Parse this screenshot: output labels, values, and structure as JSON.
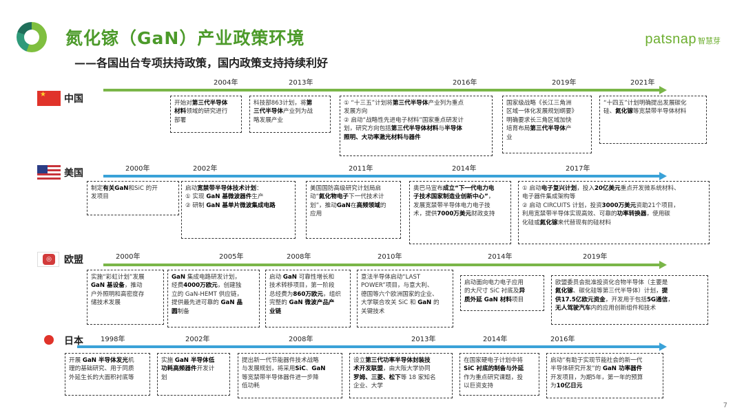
{
  "header": {
    "title": "氮化镓（GaN）产业政策环境",
    "subtitle": "——各国出台专项扶持政策，国内政策支持持续利好",
    "brand_en": "patsnap",
    "brand_cn": "智慧芽"
  },
  "colors": {
    "title": "#4c9a2a",
    "arrow_green": "#7ab648",
    "arrow_blue": "#3aa2d8"
  },
  "page_number": "7",
  "rows": [
    {
      "country": "中国",
      "flag": "china-flag-icon",
      "years": [
        "2004年",
        "2013年",
        "2016年",
        "2019年",
        "2021年"
      ],
      "boxes": [
        {
          "lines": [
            [
              {
                "t": "开始对"
              },
              {
                "t": "第三代半导体",
                "b": true
              }
            ],
            [
              {
                "t": "材料",
                "b": true
              },
              {
                "t": "领域的研究进行"
              }
            ],
            [
              {
                "t": "部署"
              }
            ]
          ]
        },
        {
          "lines": [
            [
              {
                "t": "科技部863计划，将"
              },
              {
                "t": "第",
                "b": true
              }
            ],
            [
              {
                "t": "三代半导体",
                "b": true
              },
              {
                "t": "产业列为战"
              }
            ],
            [
              {
                "t": "略发展产业"
              }
            ]
          ]
        },
        {
          "lines": [
            [
              {
                "t": "① “十三五”计划将"
              },
              {
                "t": "第三代半导体",
                "b": true
              },
              {
                "t": "产业列为重点"
              }
            ],
            [
              {
                "t": "发展方向"
              }
            ],
            [
              {
                "t": "② 启动“战略性先进电子材料”国家重点研发计"
              }
            ],
            [
              {
                "t": "划，研究方向包括"
              },
              {
                "t": "第三代半导体材料",
                "b": true
              },
              {
                "t": "与"
              },
              {
                "t": "半导体",
                "b": true
              }
            ],
            [
              {
                "t": "照明、大功率激光材料与器件",
                "b": true
              }
            ]
          ]
        },
        {
          "lines": [
            [
              {
                "t": "国家级战略《长江三角洲"
              }
            ],
            [
              {
                "t": "区域一体化发展规划纲要》"
              }
            ],
            [
              {
                "t": "明确要求长三角区域加快"
              }
            ],
            [
              {
                "t": "培育布局"
              },
              {
                "t": "第三代半导体",
                "b": true
              },
              {
                "t": "产"
              }
            ],
            [
              {
                "t": "业"
              }
            ]
          ]
        },
        {
          "lines": [
            [
              {
                "t": "“十四五”计划明确提出发展碳化"
              }
            ],
            [
              {
                "t": "硅、"
              },
              {
                "t": "氮化镓",
                "b": true
              },
              {
                "t": "等宽禁带半导体材料"
              }
            ]
          ]
        }
      ]
    },
    {
      "country": "美国",
      "flag": "usa-flag-icon",
      "years": [
        "2000年",
        "2002年",
        "2011年",
        "2014年",
        "2017年"
      ],
      "boxes": [
        {
          "lines": [
            [
              {
                "t": "制定"
              },
              {
                "t": "有关GaN",
                "b": true
              },
              {
                "t": "和SiC 的开"
              }
            ],
            [
              {
                "t": "发项目"
              }
            ]
          ]
        },
        {
          "lines": [
            [
              {
                "t": "启动"
              },
              {
                "t": "宽禁带半导体技术计划",
                "b": true
              },
              {
                "t": "："
              }
            ],
            [
              {
                "t": "① 实现 "
              },
              {
                "t": "GaN 基微波器件",
                "b": true
              },
              {
                "t": "生产"
              }
            ],
            [
              {
                "t": "② 研制 "
              },
              {
                "t": "GaN 基单片微波集成电路",
                "b": true
              }
            ]
          ]
        },
        {
          "lines": [
            [
              {
                "t": "美国国防高级研究计划局启"
              }
            ],
            [
              {
                "t": "动“"
              },
              {
                "t": "氮化物电子",
                "b": true
              },
              {
                "t": "下一代技术计"
              }
            ],
            [
              {
                "t": "划”，推动"
              },
              {
                "t": "GaN",
                "b": true
              },
              {
                "t": "在"
              },
              {
                "t": "高频领域",
                "b": true
              },
              {
                "t": "的"
              }
            ],
            [
              {
                "t": "应用"
              }
            ]
          ]
        },
        {
          "lines": [
            [
              {
                "t": "奥巴马宣布"
              },
              {
                "t": "成立“下一代电力电",
                "b": true
              }
            ],
            [
              {
                "t": "子技术国家制造业创新中心”",
                "b": true
              },
              {
                "t": "，"
              }
            ],
            [
              {
                "t": "发展宽禁带半导体电力电子技"
              }
            ],
            [
              {
                "t": "术，提供"
              },
              {
                "t": "7000万美元",
                "b": true
              },
              {
                "t": "财政支持"
              }
            ]
          ]
        },
        {
          "lines": [
            [
              {
                "t": "① 启动"
              },
              {
                "t": "电子复兴计划",
                "b": true
              },
              {
                "t": "，投入"
              },
              {
                "t": "20亿美元",
                "b": true
              },
              {
                "t": "重点开发微系统材料、"
              }
            ],
            [
              {
                "t": "电子器件集成架构等"
              }
            ],
            [
              {
                "t": "② 启动 CIRCUITS 计划，投资"
              },
              {
                "t": "3000万美元",
                "b": true
              },
              {
                "t": "资助21个项目，"
              }
            ],
            [
              {
                "t": "利用宽禁带半导体实现高效、可靠的"
              },
              {
                "t": "功率转换器",
                "b": true
              },
              {
                "t": "，使用碳"
              }
            ],
            [
              {
                "t": "化硅或"
              },
              {
                "t": "氮化镓",
                "b": true
              },
              {
                "t": "来代替现有的硅材料"
              }
            ]
          ]
        }
      ]
    },
    {
      "country": "欧盟",
      "flag": "eu-flag-icon",
      "years": [
        "2000年",
        "2005年",
        "2008年",
        "2010年",
        "2014年",
        "2019年"
      ],
      "boxes": [
        {
          "lines": [
            [
              {
                "t": "实施“彩虹计划”发展"
              }
            ],
            [
              {
                "t": "GaN 基设备",
                "b": true
              },
              {
                "t": "，推动"
              }
            ],
            [
              {
                "t": "户外照明和高密度存"
              }
            ],
            [
              {
                "t": "储技术发展"
              }
            ]
          ]
        },
        {
          "lines": [
            [
              {
                "t": "GaN",
                "b": true
              },
              {
                "t": " 集成电路研发计划，"
              }
            ],
            [
              {
                "t": "经费"
              },
              {
                "t": "4000万欧元",
                "b": true
              },
              {
                "t": "，创建独"
              }
            ],
            [
              {
                "t": "立的 GaN-HEMT 供应链，"
              }
            ],
            [
              {
                "t": "提供最先进可靠的 "
              },
              {
                "t": "GaN 晶",
                "b": true
              }
            ],
            [
              {
                "t": "圆",
                "b": true
              },
              {
                "t": "制备"
              }
            ]
          ]
        },
        {
          "lines": [
            [
              {
                "t": "启动 "
              },
              {
                "t": "GaN",
                "b": true
              },
              {
                "t": " 可靠性增长和"
              }
            ],
            [
              {
                "t": "技术转移项目，第一阶段"
              }
            ],
            [
              {
                "t": "总经费为"
              },
              {
                "t": "860万欧元",
                "b": true
              },
              {
                "t": "，组织"
              }
            ],
            [
              {
                "t": "完整的 "
              },
              {
                "t": "GaN 微波产品产",
                "b": true
              }
            ],
            [
              {
                "t": "业链",
                "b": true
              }
            ]
          ]
        },
        {
          "lines": [
            [
              {
                "t": "意法半导体启动“LAST"
              }
            ],
            [
              {
                "t": "POWER”项目，与意大利、"
              }
            ],
            [
              {
                "t": "德国等六个欧洲国家的企业、"
              }
            ],
            [
              {
                "t": "大学联合攻关 SiC 和 "
              },
              {
                "t": "GaN",
                "b": true
              },
              {
                "t": " 的"
              }
            ],
            [
              {
                "t": "关键技术"
              }
            ]
          ]
        },
        {
          "lines": [
            [
              {
                "t": "启动面向电力电子应用"
              }
            ],
            [
              {
                "t": "的大尺寸 SiC 衬底及"
              },
              {
                "t": "异",
                "b": true
              }
            ],
            [
              {
                "t": "质外延 GaN 材料",
                "b": true
              },
              {
                "t": "项目"
              }
            ]
          ]
        },
        {
          "lines": [
            [
              {
                "t": "欧盟委员会批准投资化合物半导体（主要是"
              }
            ],
            [
              {
                "t": "氮化镓",
                "b": true
              },
              {
                "t": "、碳化硅等第三代半导体）计划，"
              },
              {
                "t": "提",
                "b": true
              }
            ],
            [
              {
                "t": "供17.5亿欧元资金",
                "b": true
              },
              {
                "t": "，开发用于包括"
              },
              {
                "t": "5G通信",
                "b": true
              },
              {
                "t": "，"
              }
            ],
            [
              {
                "t": "无人驾驶汽车",
                "b": true
              },
              {
                "t": "内的应用创新组件和技术"
              }
            ]
          ]
        }
      ]
    },
    {
      "country": "日本",
      "flag": "japan-flag-icon",
      "years": [
        "1998年",
        "2002年",
        "2008年",
        "2013年",
        "2014年",
        "2016年"
      ],
      "boxes": [
        {
          "lines": [
            [
              {
                "t": "开展 "
              },
              {
                "t": "GaN 半导体发光",
                "b": true
              },
              {
                "t": "机"
              }
            ],
            [
              {
                "t": "理的基础研究、用于同质"
              }
            ],
            [
              {
                "t": "外延生长的大面积衬底等"
              }
            ]
          ]
        },
        {
          "lines": [
            [
              {
                "t": "实施 "
              },
              {
                "t": "GaN 半导体低",
                "b": true
              }
            ],
            [
              {
                "t": "功耗高频器件",
                "b": true
              },
              {
                "t": "开发计"
              }
            ],
            [
              {
                "t": "划"
              }
            ]
          ]
        },
        {
          "lines": [
            [
              {
                "t": "提出新一代节能器件技术战略"
              }
            ],
            [
              {
                "t": "与发展规划，将采用"
              },
              {
                "t": "SiC",
                "b": true
              },
              {
                "t": "、"
              },
              {
                "t": "GaN",
                "b": true
              }
            ],
            [
              {
                "t": "等宽禁带半导体器件进一步降"
              }
            ],
            [
              {
                "t": "低功耗"
              }
            ]
          ]
        },
        {
          "lines": [
            [
              {
                "t": "设立"
              },
              {
                "t": "第三代功率半导体封装技",
                "b": true
              }
            ],
            [
              {
                "t": "术开发联盟",
                "b": true
              },
              {
                "t": "，由大阪大学协同"
              }
            ],
            [
              {
                "t": "罗姆、三菱、松下",
                "b": true
              },
              {
                "t": "等 18 家知名"
              }
            ],
            [
              {
                "t": "企业、大学"
              }
            ]
          ]
        },
        {
          "lines": [
            [
              {
                "t": "在国家硬电子计划中将"
              }
            ],
            [
              {
                "t": "SiC 衬底的制备与外延",
                "b": true
              }
            ],
            [
              {
                "t": "作为重点研究课题，投"
              }
            ],
            [
              {
                "t": "以巨资支持"
              }
            ]
          ]
        },
        {
          "lines": [
            [
              {
                "t": "启动“有助于实现节能社会的新一代"
              }
            ],
            [
              {
                "t": "半导体研究开发”的 "
              },
              {
                "t": "GaN 功率器件",
                "b": true
              }
            ],
            [
              {
                "t": "开发项目，为期5年，第一年的预算"
              }
            ],
            [
              {
                "t": "为"
              },
              {
                "t": "10亿日元",
                "b": true
              }
            ]
          ]
        }
      ]
    }
  ]
}
